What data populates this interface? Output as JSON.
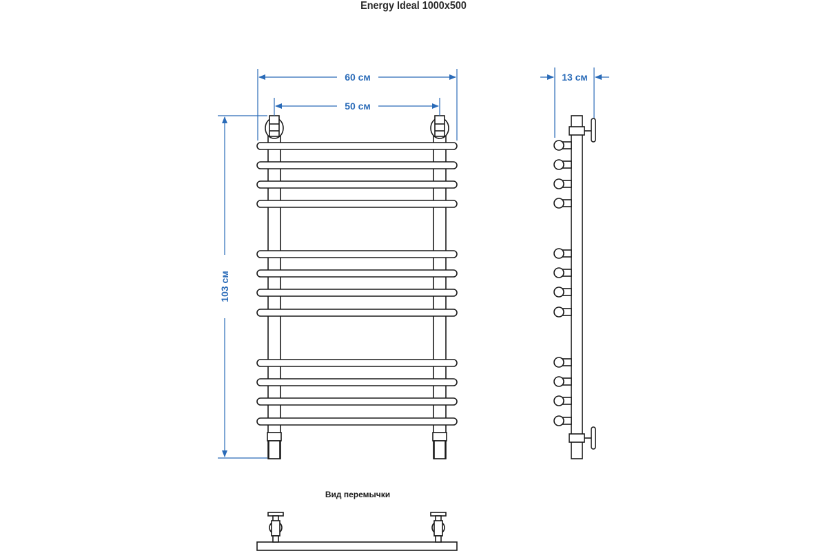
{
  "title": "Energy Ideal 1000x500",
  "dimensions": {
    "overall_width": "60 см",
    "center_distance": "50 см",
    "height": "103 см",
    "depth": "13 см"
  },
  "caption": "Вид перемычки",
  "colors": {
    "dimension": "#2a6bb8",
    "outline": "#1a1a1a",
    "title": "#2a2a2a"
  },
  "rails": {
    "groups": 3,
    "per_group": 4
  }
}
